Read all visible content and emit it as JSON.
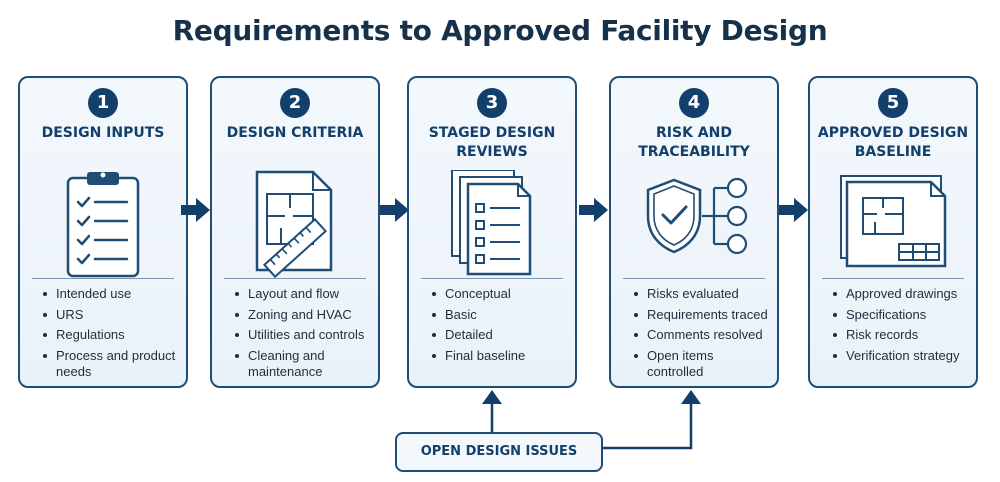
{
  "title": "Requirements to Approved Facility Design",
  "stages": [
    {
      "number": "1",
      "title": "DESIGN INPUTS",
      "icon": "clipboard-checklist-icon",
      "items": [
        "Intended use",
        "URS",
        "Regulations",
        "Process and product needs"
      ]
    },
    {
      "number": "2",
      "title": "DESIGN CRITERIA",
      "icon": "floor-plan-ruler-icon",
      "items": [
        "Layout and flow",
        "Zoning and HVAC",
        "Utilities and controls",
        "Cleaning and maintenance"
      ]
    },
    {
      "number": "3",
      "title": "STAGED DESIGN REVIEWS",
      "icon": "stacked-documents-icon",
      "items": [
        "Conceptual",
        "Basic",
        "Detailed",
        "Final baseline"
      ]
    },
    {
      "number": "4",
      "title": "RISK AND TRACEABILITY",
      "icon": "shield-check-network-icon",
      "items": [
        "Risks evaluated",
        "Requirements traced",
        "Comments resolved",
        "Open items controlled"
      ]
    },
    {
      "number": "5",
      "title": "APPROVED DESIGN BASELINE",
      "icon": "blueprint-drawing-icon",
      "items": [
        "Approved drawings",
        "Specifications",
        "Risk records",
        "Verification strategy"
      ]
    }
  ],
  "feedback_box": {
    "label": "OPEN DESIGN ISSUES"
  },
  "colors": {
    "primary": "#123f6b",
    "border": "#1f4d75",
    "card_fill": "#eef5fb",
    "text": "#1e2d3c"
  }
}
